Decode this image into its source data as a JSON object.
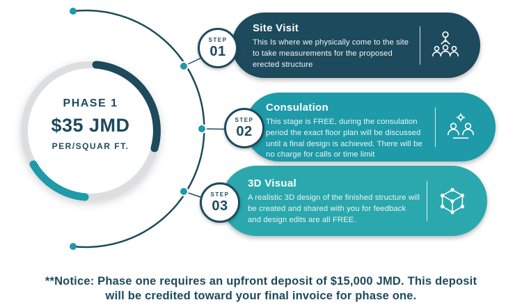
{
  "phase": {
    "title": "PHASE 1",
    "price": "$35 JMD",
    "unit": "PER/SQUAR FT."
  },
  "steps": [
    {
      "badge_label": "STEP",
      "badge_number": "01",
      "title": "Site Visit",
      "description": "This Is where we physically come to the site to take measurements for the proposed erected structure",
      "icon": "survey-team-icon",
      "color": "#1d4a5c"
    },
    {
      "badge_label": "STEP",
      "badge_number": "02",
      "title": "Consulation",
      "description": "This stage is FREE, during the consulation period the exact floor plan will be discussed until a final design is achieved. There will be no charge for calls or time limit",
      "icon": "consultation-icon",
      "color": "#1e9aa8"
    },
    {
      "badge_label": "STEP",
      "badge_number": "03",
      "title": "3D Visual",
      "description": "A realistic 3D design of the finished structure will be created and shared with you for feedback and design edits are all FREE.",
      "icon": "cube-3d-icon",
      "color": "#2aa8ad"
    }
  ],
  "notice": "**Notice: Phase one requires an upfront deposit of $15,000 JMD. This deposit will be credited toward your final invoice for phase one.",
  "colors": {
    "dark": "#1d4a5c",
    "teal": "#1e9aa8",
    "teal_light": "#2aa8ad",
    "ring_gray": "#dbdfe0",
    "background": "#ffffff"
  }
}
